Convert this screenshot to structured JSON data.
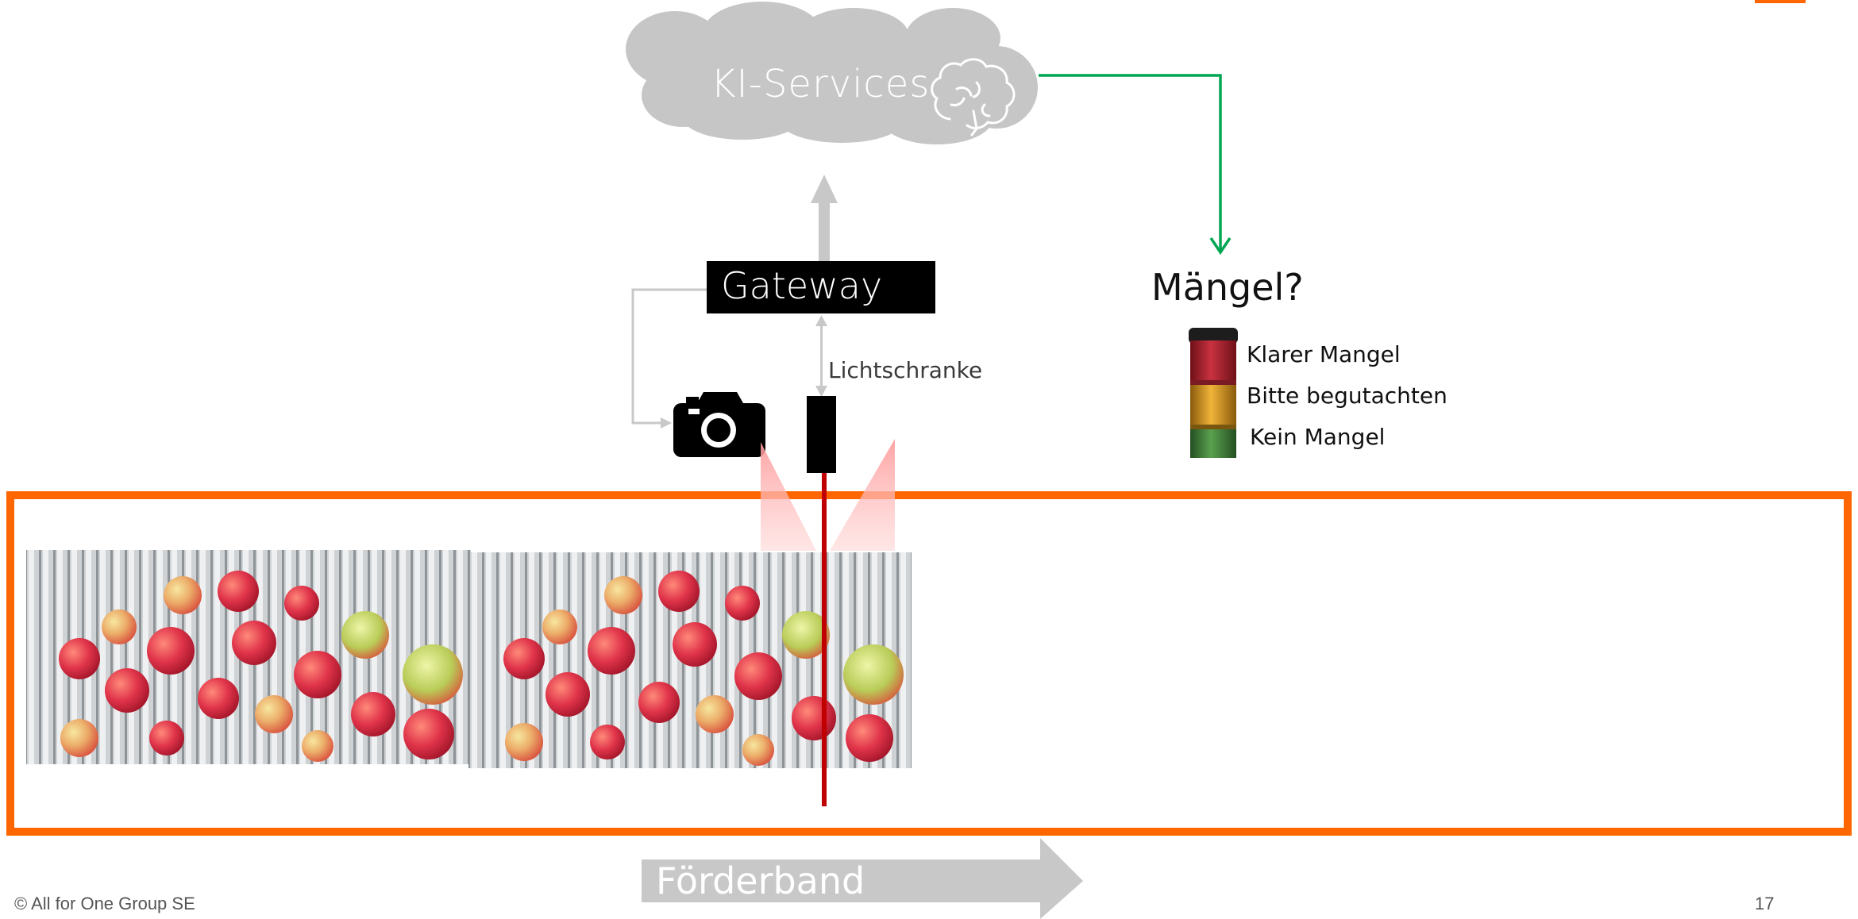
{
  "cloud": {
    "label": "KI-Services",
    "icon": "brain-icon"
  },
  "gateway": {
    "label": "Gateway"
  },
  "sensor": {
    "label": "Lichtschranke"
  },
  "camera": {
    "icon": "camera-icon"
  },
  "defects": {
    "question": "Mängel?",
    "items": [
      {
        "label": "Klarer Mangel",
        "color": "#b3202e"
      },
      {
        "label": "Bitte begutachten",
        "color": "#e3a11e"
      },
      {
        "label": "Kein Mangel",
        "color": "#3f8f3a"
      }
    ]
  },
  "conveyor": {
    "label": "Förderband"
  },
  "footer": {
    "copyright": "© All for One Group SE",
    "page_number": "17"
  },
  "colors": {
    "accent_orange": "#ff6600",
    "flow_green": "#00a651",
    "cloud_gray": "#c8c8c8",
    "light_beam": "#c00000"
  }
}
